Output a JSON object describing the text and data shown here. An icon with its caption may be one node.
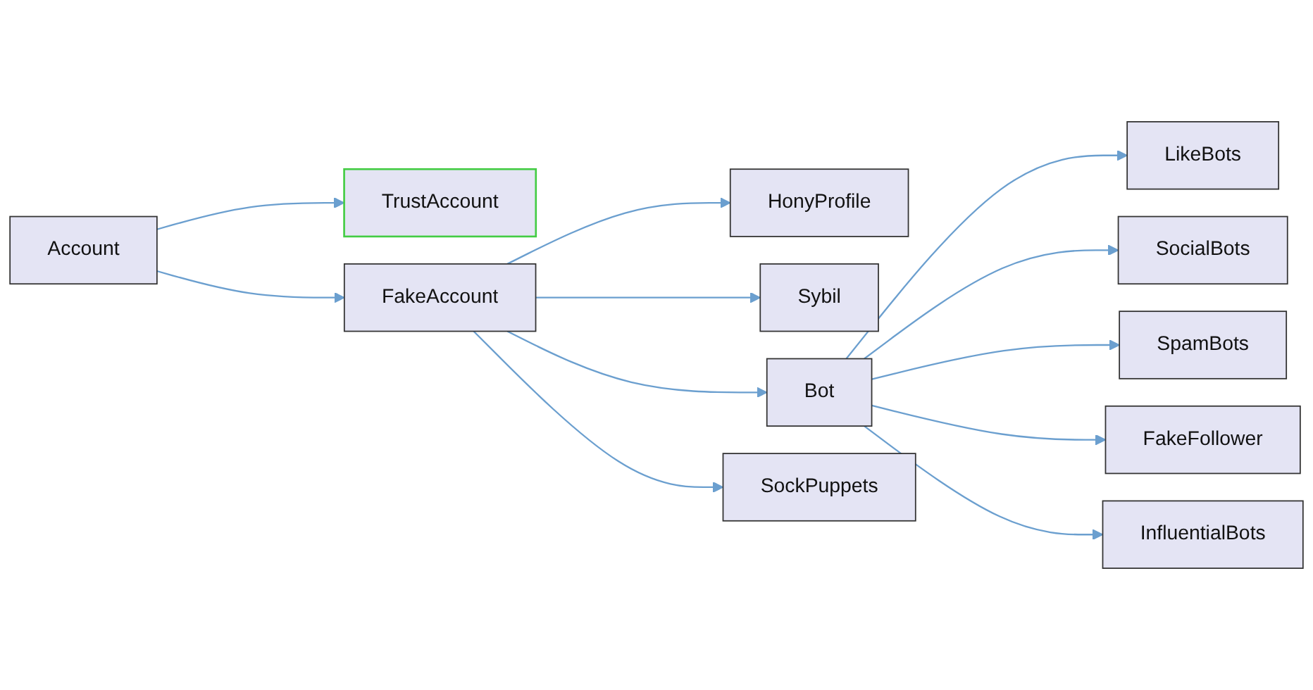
{
  "diagram": {
    "nodes": [
      {
        "text": [
          "TrustAccount"
        ]
      },
      {
        "text": [
          "Account"
        ]
      },
      {
        "text": [
          "HonyProfile"
        ]
      },
      {
        "text": [
          "Sybil"
        ]
      },
      {
        "text": [
          "FakeAccount"
        ]
      },
      {
        "text": [
          "LikeBots"
        ]
      },
      {
        "text": [
          "SocialBots"
        ]
      },
      {
        "text": [
          "SpamBots"
        ]
      },
      {
        "text": [
          "Bot"
        ]
      },
      {
        "text": [
          "FakeFollower"
        ]
      },
      {
        "text": [
          "SockPuppets"
        ]
      },
      {
        "text": [
          "InfluentialBots"
        ]
      }
    ],
    "edges": [
      {
        "from": 1,
        "to": 0,
        "arrow": "to"
      },
      {
        "from": 1,
        "to": 4,
        "arrow": "to"
      },
      {
        "from": 4,
        "to": 2,
        "arrow": "to"
      },
      {
        "from": 4,
        "to": 3,
        "arrow": "to"
      },
      {
        "from": 4,
        "to": 8,
        "arrow": "to"
      },
      {
        "from": 4,
        "to": 10,
        "arrow": "to"
      },
      {
        "from": 8,
        "to": 5,
        "arrow": "to"
      },
      {
        "from": 8,
        "to": 6,
        "arrow": "to"
      },
      {
        "from": 8,
        "to": 7,
        "arrow": "to"
      },
      {
        "from": 8,
        "to": 9,
        "arrow": "to"
      },
      {
        "from": 8,
        "to": 11,
        "arrow": "to"
      }
    ]
  }
}
